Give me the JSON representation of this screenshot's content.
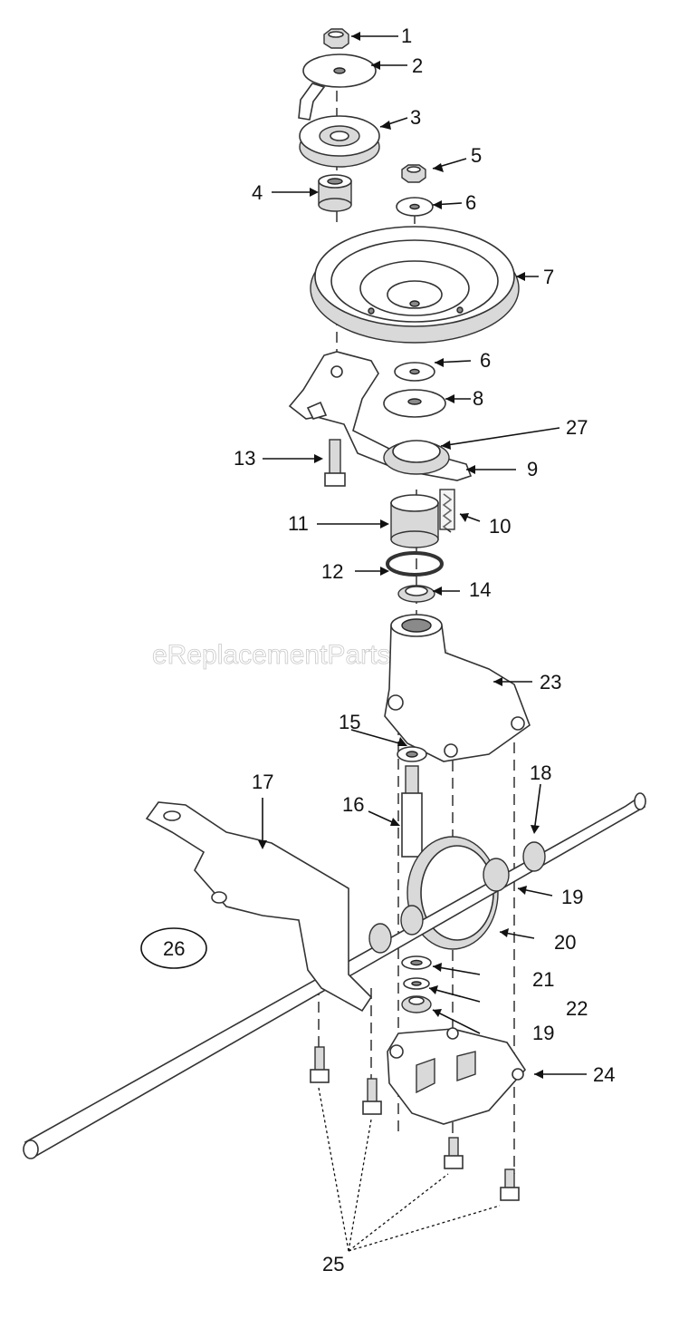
{
  "watermark": "eReplacementParts.com",
  "callouts": [
    {
      "id": "c1",
      "label": "1"
    },
    {
      "id": "c2",
      "label": "2"
    },
    {
      "id": "c3",
      "label": "3"
    },
    {
      "id": "c4",
      "label": "4"
    },
    {
      "id": "c5",
      "label": "5"
    },
    {
      "id": "c6a",
      "label": "6"
    },
    {
      "id": "c7",
      "label": "7"
    },
    {
      "id": "c6b",
      "label": "6"
    },
    {
      "id": "c8",
      "label": "8"
    },
    {
      "id": "c27",
      "label": "27"
    },
    {
      "id": "c13",
      "label": "13"
    },
    {
      "id": "c9",
      "label": "9"
    },
    {
      "id": "c11",
      "label": "11"
    },
    {
      "id": "c10",
      "label": "10"
    },
    {
      "id": "c12",
      "label": "12"
    },
    {
      "id": "c14",
      "label": "14"
    },
    {
      "id": "c23",
      "label": "23"
    },
    {
      "id": "c15",
      "label": "15"
    },
    {
      "id": "c17",
      "label": "17"
    },
    {
      "id": "c18",
      "label": "18"
    },
    {
      "id": "c16",
      "label": "16"
    },
    {
      "id": "c19a",
      "label": "19"
    },
    {
      "id": "c26",
      "label": "26"
    },
    {
      "id": "c20",
      "label": "20"
    },
    {
      "id": "c21",
      "label": "21"
    },
    {
      "id": "c22",
      "label": "22"
    },
    {
      "id": "c19b",
      "label": "19"
    },
    {
      "id": "c24",
      "label": "24"
    },
    {
      "id": "c25",
      "label": "25"
    }
  ]
}
